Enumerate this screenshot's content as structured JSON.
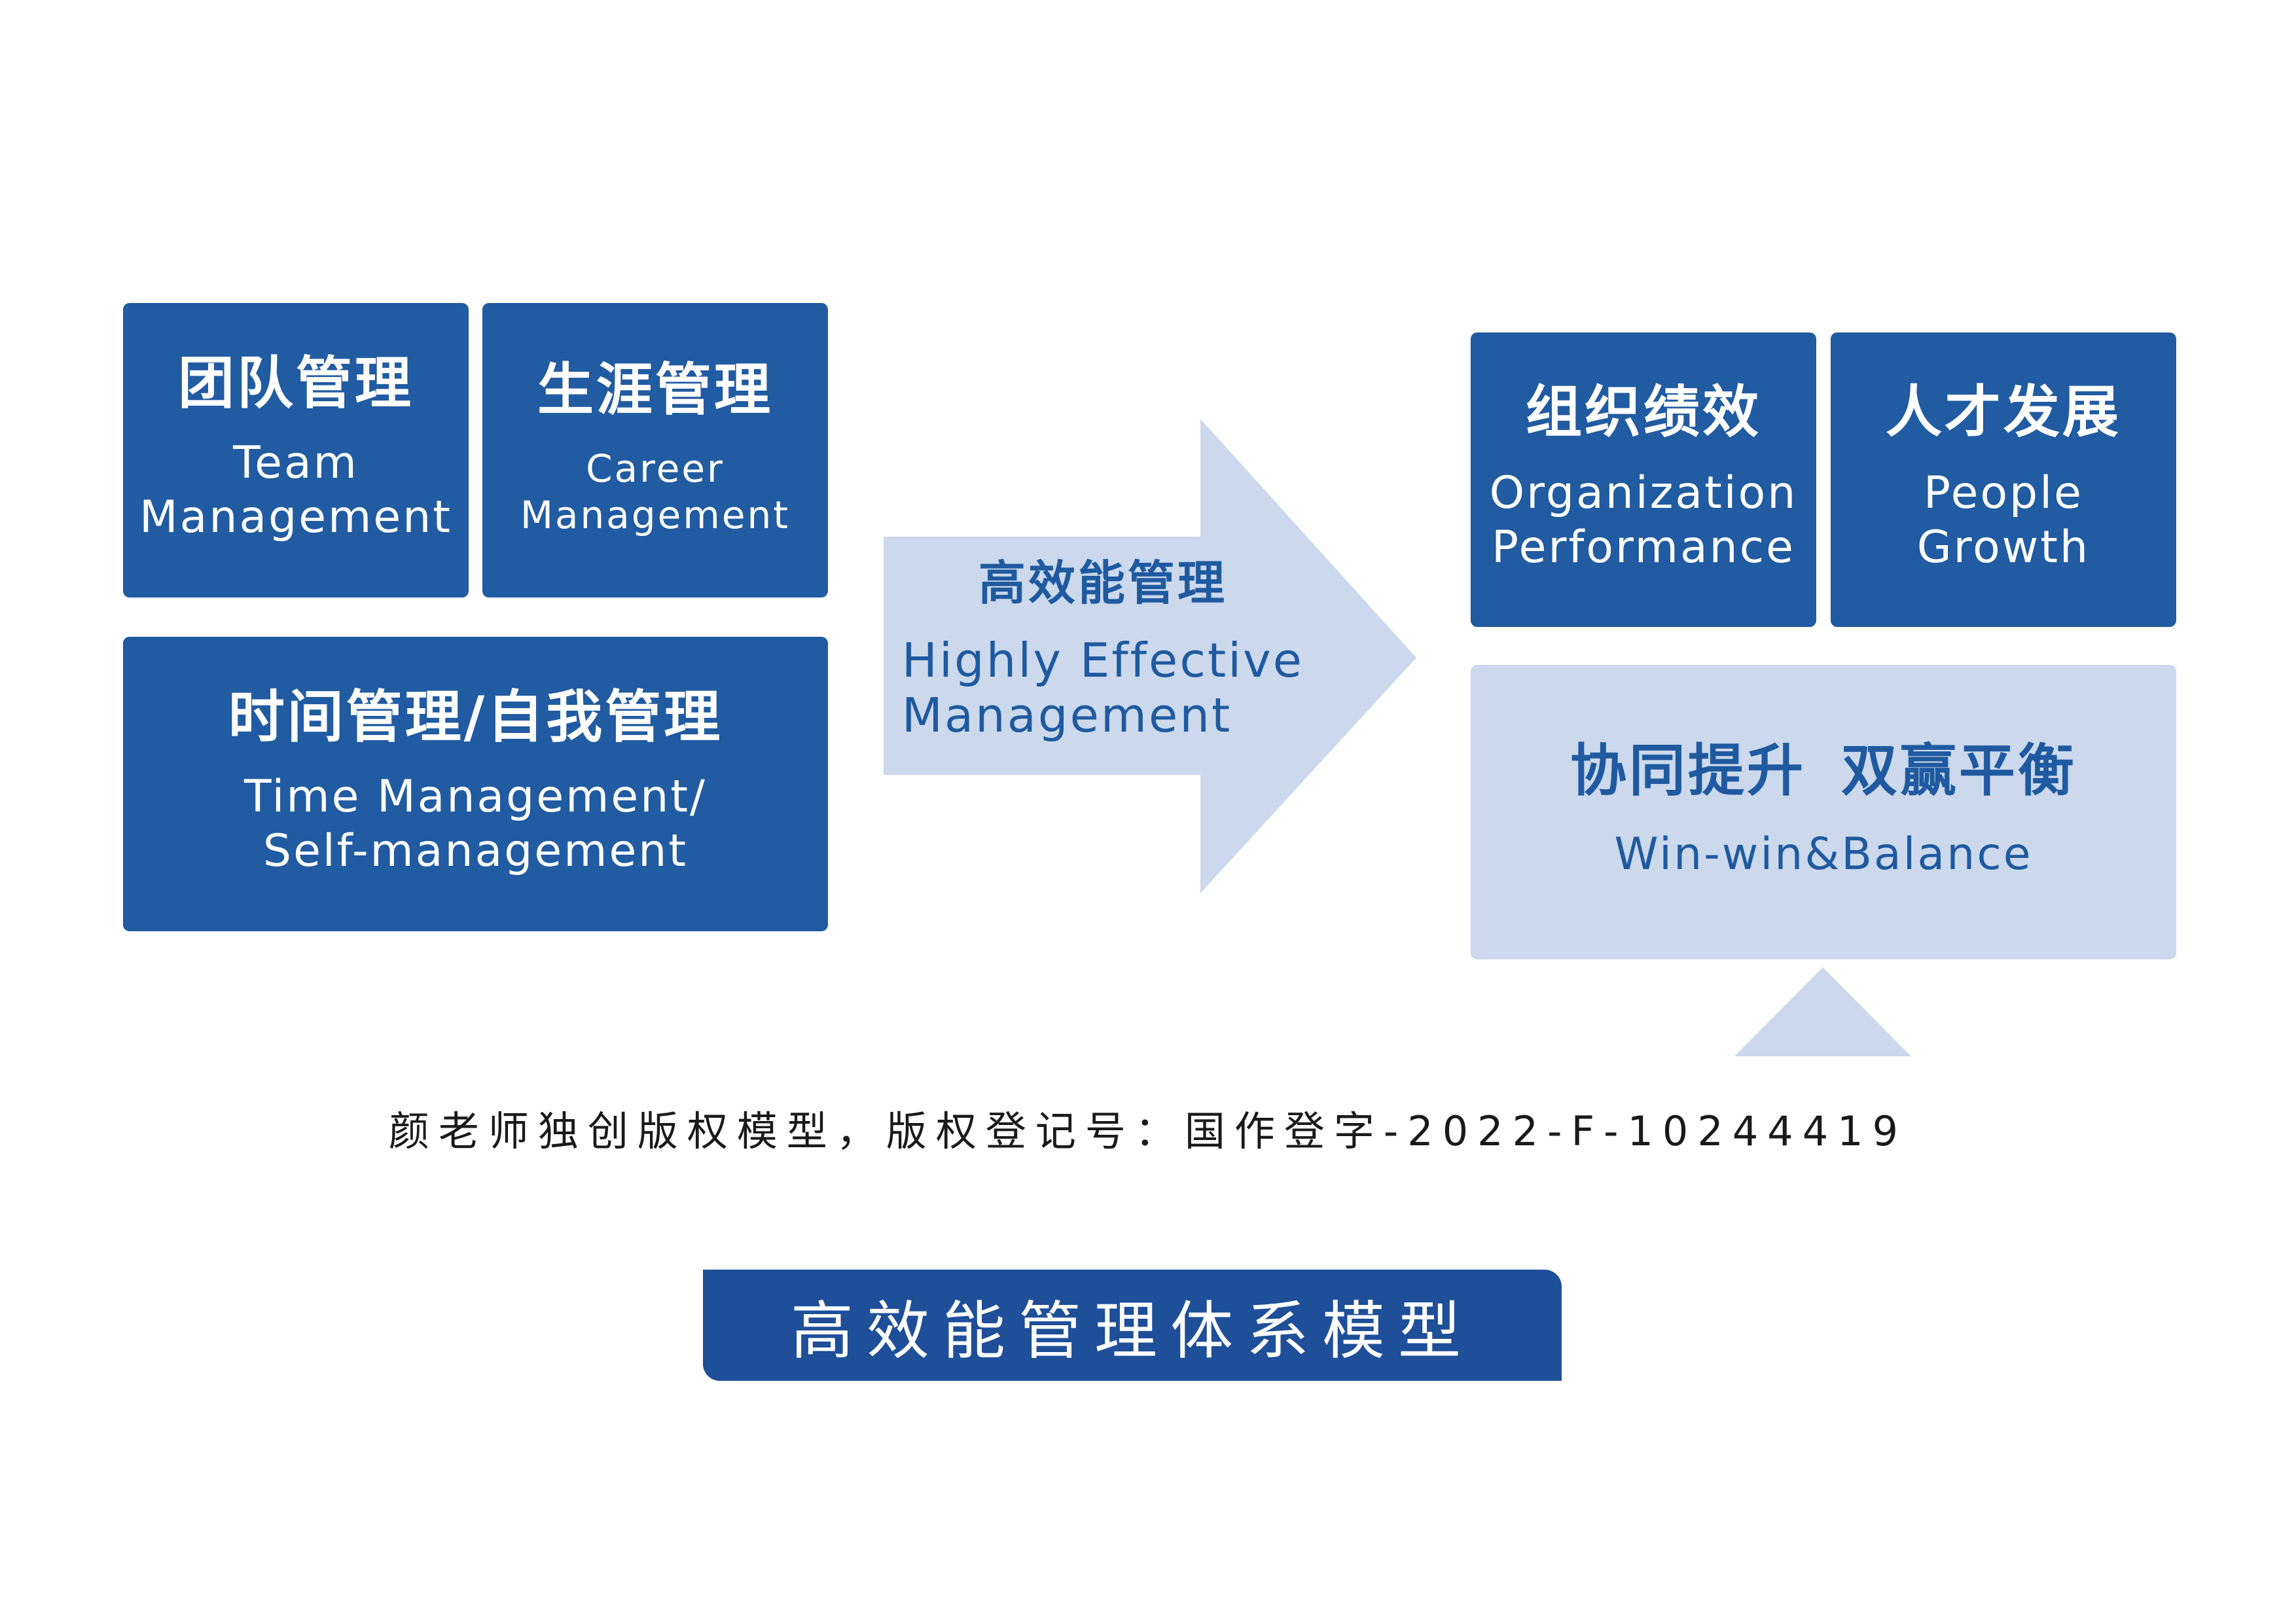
{
  "colors": {
    "dark_box": "#215ba1",
    "light_box": "#ccd9ec",
    "light_text": "#1f5aa0",
    "title_bar": "#1e4f98"
  },
  "left": {
    "team": {
      "zh": "团队管理",
      "en": "Team\nManagement"
    },
    "career": {
      "zh": "生涯管理",
      "en": "Career\nManagement"
    },
    "time": {
      "zh": "时间管理/自我管理",
      "en": "Time Management/\nSelf-management"
    }
  },
  "arrow": {
    "zh": "高效能管理",
    "en": "Highly Effective\nManagement"
  },
  "right": {
    "org": {
      "zh": "组织绩效",
      "en": "Organization\nPerformance"
    },
    "people": {
      "zh": "人才发展",
      "en": "People\nGrowth"
    },
    "winwin": {
      "zh": "协同提升 双赢平衡",
      "en": "Win-win&Balance"
    }
  },
  "copyright": "颜老师独创版权模型，版权登记号：国作登字-2022-F-10244419",
  "title": "高效能管理体系模型"
}
